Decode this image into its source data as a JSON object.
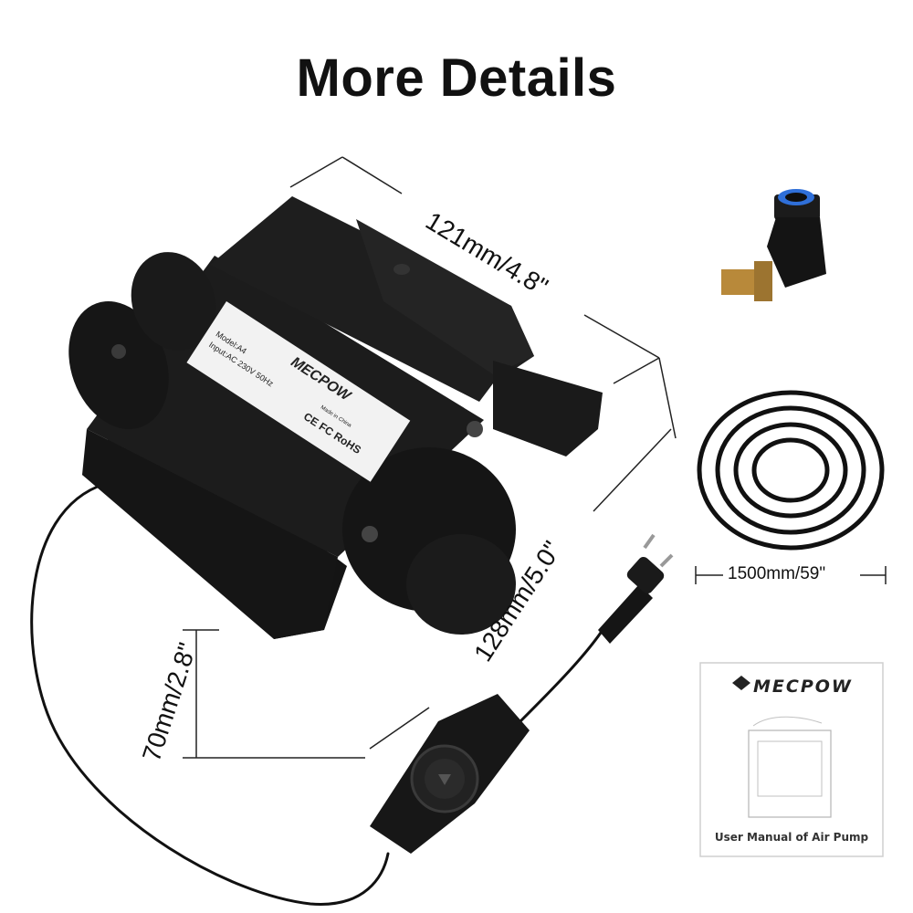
{
  "title": "More Details",
  "dimensions": {
    "width": "121mm/4.8\"",
    "length": "128mm/5.0\"",
    "height": "70mm/2.8\""
  },
  "pump_label": {
    "brand": "MECPOW",
    "model": "Model:A4",
    "input": "Input:AC 230V 50Hz",
    "origin": "Made in China",
    "certifications": "CE FC RoHS"
  },
  "hose": {
    "length": "1500mm/59\""
  },
  "manual": {
    "brand": "MECPOW",
    "title": "User Manual of Air Pump"
  },
  "colors": {
    "body": "#1b1b1b",
    "accent": "#2f6fd8",
    "brass": "#b8893a"
  }
}
